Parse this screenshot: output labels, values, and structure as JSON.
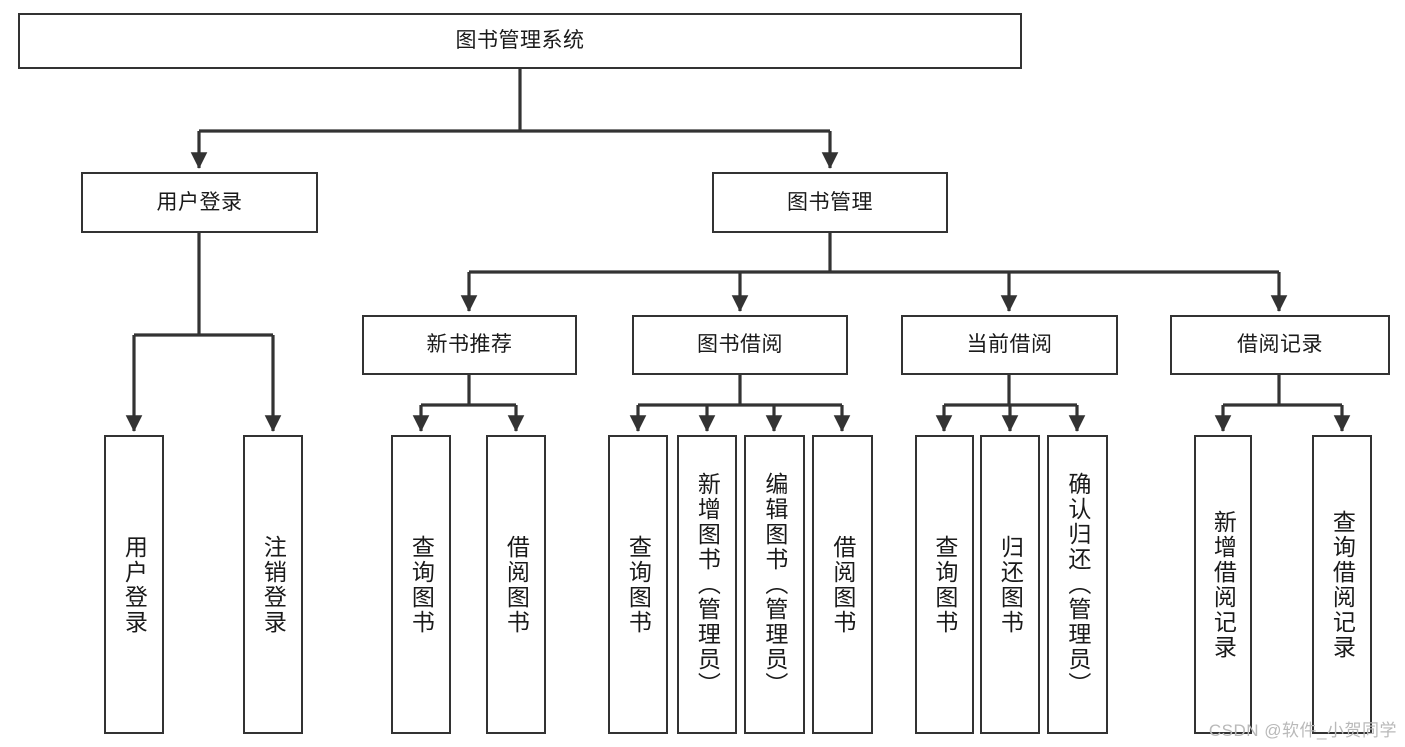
{
  "diagram": {
    "type": "tree-hierarchy",
    "title": "图书管理系统",
    "watermark": "CSDN @软件_小贺同学",
    "line_color": "#333333",
    "box_fill": "#ffffff",
    "text_color": "#1a1a1a",
    "nodes": {
      "root": {
        "label": "图书管理系统",
        "level": 0
      },
      "l1": [
        {
          "id": "user-login",
          "label": "用户登录",
          "level": 1
        },
        {
          "id": "book-manage",
          "label": "图书管理",
          "level": 1
        }
      ],
      "l2": [
        {
          "id": "new-book-rec",
          "label": "新书推荐",
          "level": 2,
          "parent": "book-manage"
        },
        {
          "id": "book-borrow",
          "label": "图书借阅",
          "level": 2,
          "parent": "book-manage"
        },
        {
          "id": "current-borrow",
          "label": "当前借阅",
          "level": 2,
          "parent": "book-manage"
        },
        {
          "id": "borrow-record",
          "label": "借阅记录",
          "level": 2,
          "parent": "book-manage"
        }
      ],
      "leaves": [
        {
          "id": "leaf-user-login",
          "label": "用户登录",
          "parent": "user-login"
        },
        {
          "id": "leaf-logout",
          "label": "注销登录",
          "parent": "user-login"
        },
        {
          "id": "leaf-query-book-1",
          "label": "查询图书",
          "parent": "new-book-rec"
        },
        {
          "id": "leaf-borrow-book-1",
          "label": "借阅图书",
          "parent": "new-book-rec"
        },
        {
          "id": "leaf-query-book-2",
          "label": "查询图书",
          "parent": "book-borrow"
        },
        {
          "id": "leaf-add-book",
          "label": "新增图书（管理员）",
          "parent": "book-borrow"
        },
        {
          "id": "leaf-edit-book",
          "label": "编辑图书（管理员）",
          "parent": "book-borrow"
        },
        {
          "id": "leaf-borrow-book-2",
          "label": "借阅图书",
          "parent": "book-borrow"
        },
        {
          "id": "leaf-query-book-3",
          "label": "查询图书",
          "parent": "current-borrow"
        },
        {
          "id": "leaf-return-book",
          "label": "归还图书",
          "parent": "current-borrow"
        },
        {
          "id": "leaf-confirm-return",
          "label": "确认归还（管理员）",
          "parent": "current-borrow"
        },
        {
          "id": "leaf-add-record",
          "label": "新增借阅记录",
          "parent": "borrow-record"
        },
        {
          "id": "leaf-query-record",
          "label": "查询借阅记录",
          "parent": "borrow-record"
        }
      ]
    }
  }
}
